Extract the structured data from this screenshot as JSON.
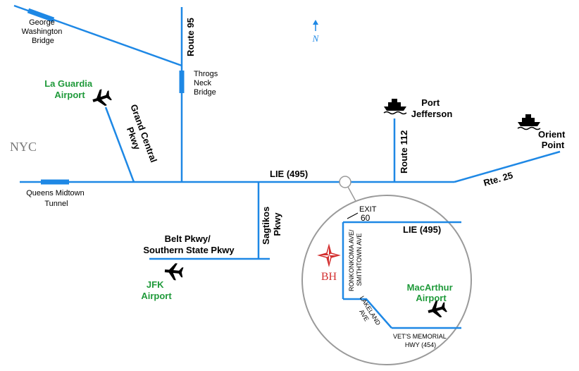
{
  "colors": {
    "road": "#1e88e5",
    "label_green": "#1f9a3a",
    "hotel_red": "#d32f2f",
    "circle_gray": "#9a9a9a",
    "city_gray": "#7a7a7a"
  },
  "labels": {
    "george_washington_bridge": [
      "George",
      "Washington",
      "Bridge"
    ],
    "route_95": "Route 95",
    "throgs_neck_bridge": [
      "Throgs",
      "Neck",
      "Bridge"
    ],
    "north": "N",
    "la_guardia_airport": [
      "La Guardia",
      "Airport"
    ],
    "grand_central_pkwy": [
      "Grand Central",
      "Pkwy"
    ],
    "nyc": "NYC",
    "queens_midtown_tunnel": [
      "Queens Midtown",
      "Tunnel"
    ],
    "lie_495": "LIE (495)",
    "port_jefferson": [
      "Port",
      "Jefferson"
    ],
    "route_112": "Route 112",
    "orient_point": [
      "Orient",
      "Point"
    ],
    "rte_25": "Rte. 25",
    "belt_pkwy": [
      "Belt Pkwy/",
      "Southern State Pkwy"
    ],
    "sagtikos_pkwy": [
      "Sagtikos",
      "Pkwy"
    ],
    "jfk_airport": [
      "JFK",
      "Airport"
    ]
  },
  "inset": {
    "exit": [
      "EXIT",
      "60"
    ],
    "lie_495": "LIE (495)",
    "ronkonkoma_ave": [
      "RONKONKOMA AVE/",
      "SMITHTOWN AVE"
    ],
    "hotel_marker": "BH",
    "lakeland_ave": [
      "LAKELAND",
      "AVE"
    ],
    "macarthur_airport": [
      "MacArthur",
      "Airport"
    ],
    "vets_memorial_hwy": [
      "VET'S MEMORIAL",
      "HWY (454)"
    ]
  },
  "icons": {
    "airplane": "airplane-icon",
    "ferry": "ferry-icon",
    "north_arrow": "north-arrow-icon",
    "compass_star": "compass-star-icon"
  }
}
